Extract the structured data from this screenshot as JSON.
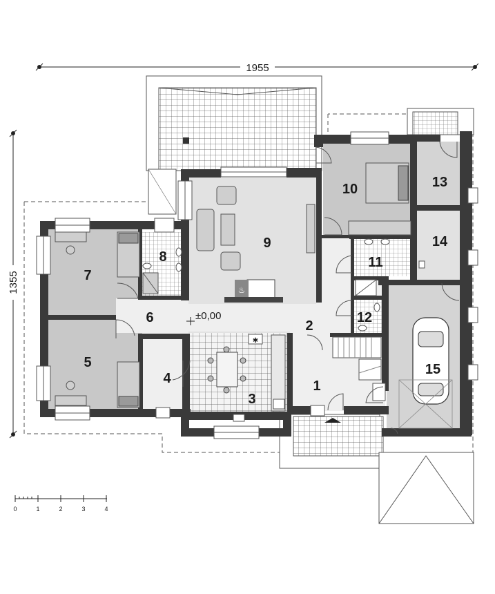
{
  "dimensions": {
    "width_label": "1955",
    "height_label": "1355"
  },
  "level_marker": "±0,00",
  "rooms": [
    {
      "number": "1"
    },
    {
      "number": "2"
    },
    {
      "number": "3"
    },
    {
      "number": "4"
    },
    {
      "number": "5"
    },
    {
      "number": "6"
    },
    {
      "number": "7"
    },
    {
      "number": "8"
    },
    {
      "number": "9"
    },
    {
      "number": "10"
    },
    {
      "number": "11"
    },
    {
      "number": "12"
    },
    {
      "number": "13"
    },
    {
      "number": "14"
    },
    {
      "number": "15"
    }
  ],
  "scale_bar": {
    "ticks": [
      "0",
      "1",
      "2",
      "3",
      "4"
    ]
  },
  "colors": {
    "wall": "#3a3a3a",
    "room_dark": "#c8c8c8",
    "room_mid": "#e2e2e2",
    "room_light": "#efefef",
    "tile_grid": "#666666"
  }
}
